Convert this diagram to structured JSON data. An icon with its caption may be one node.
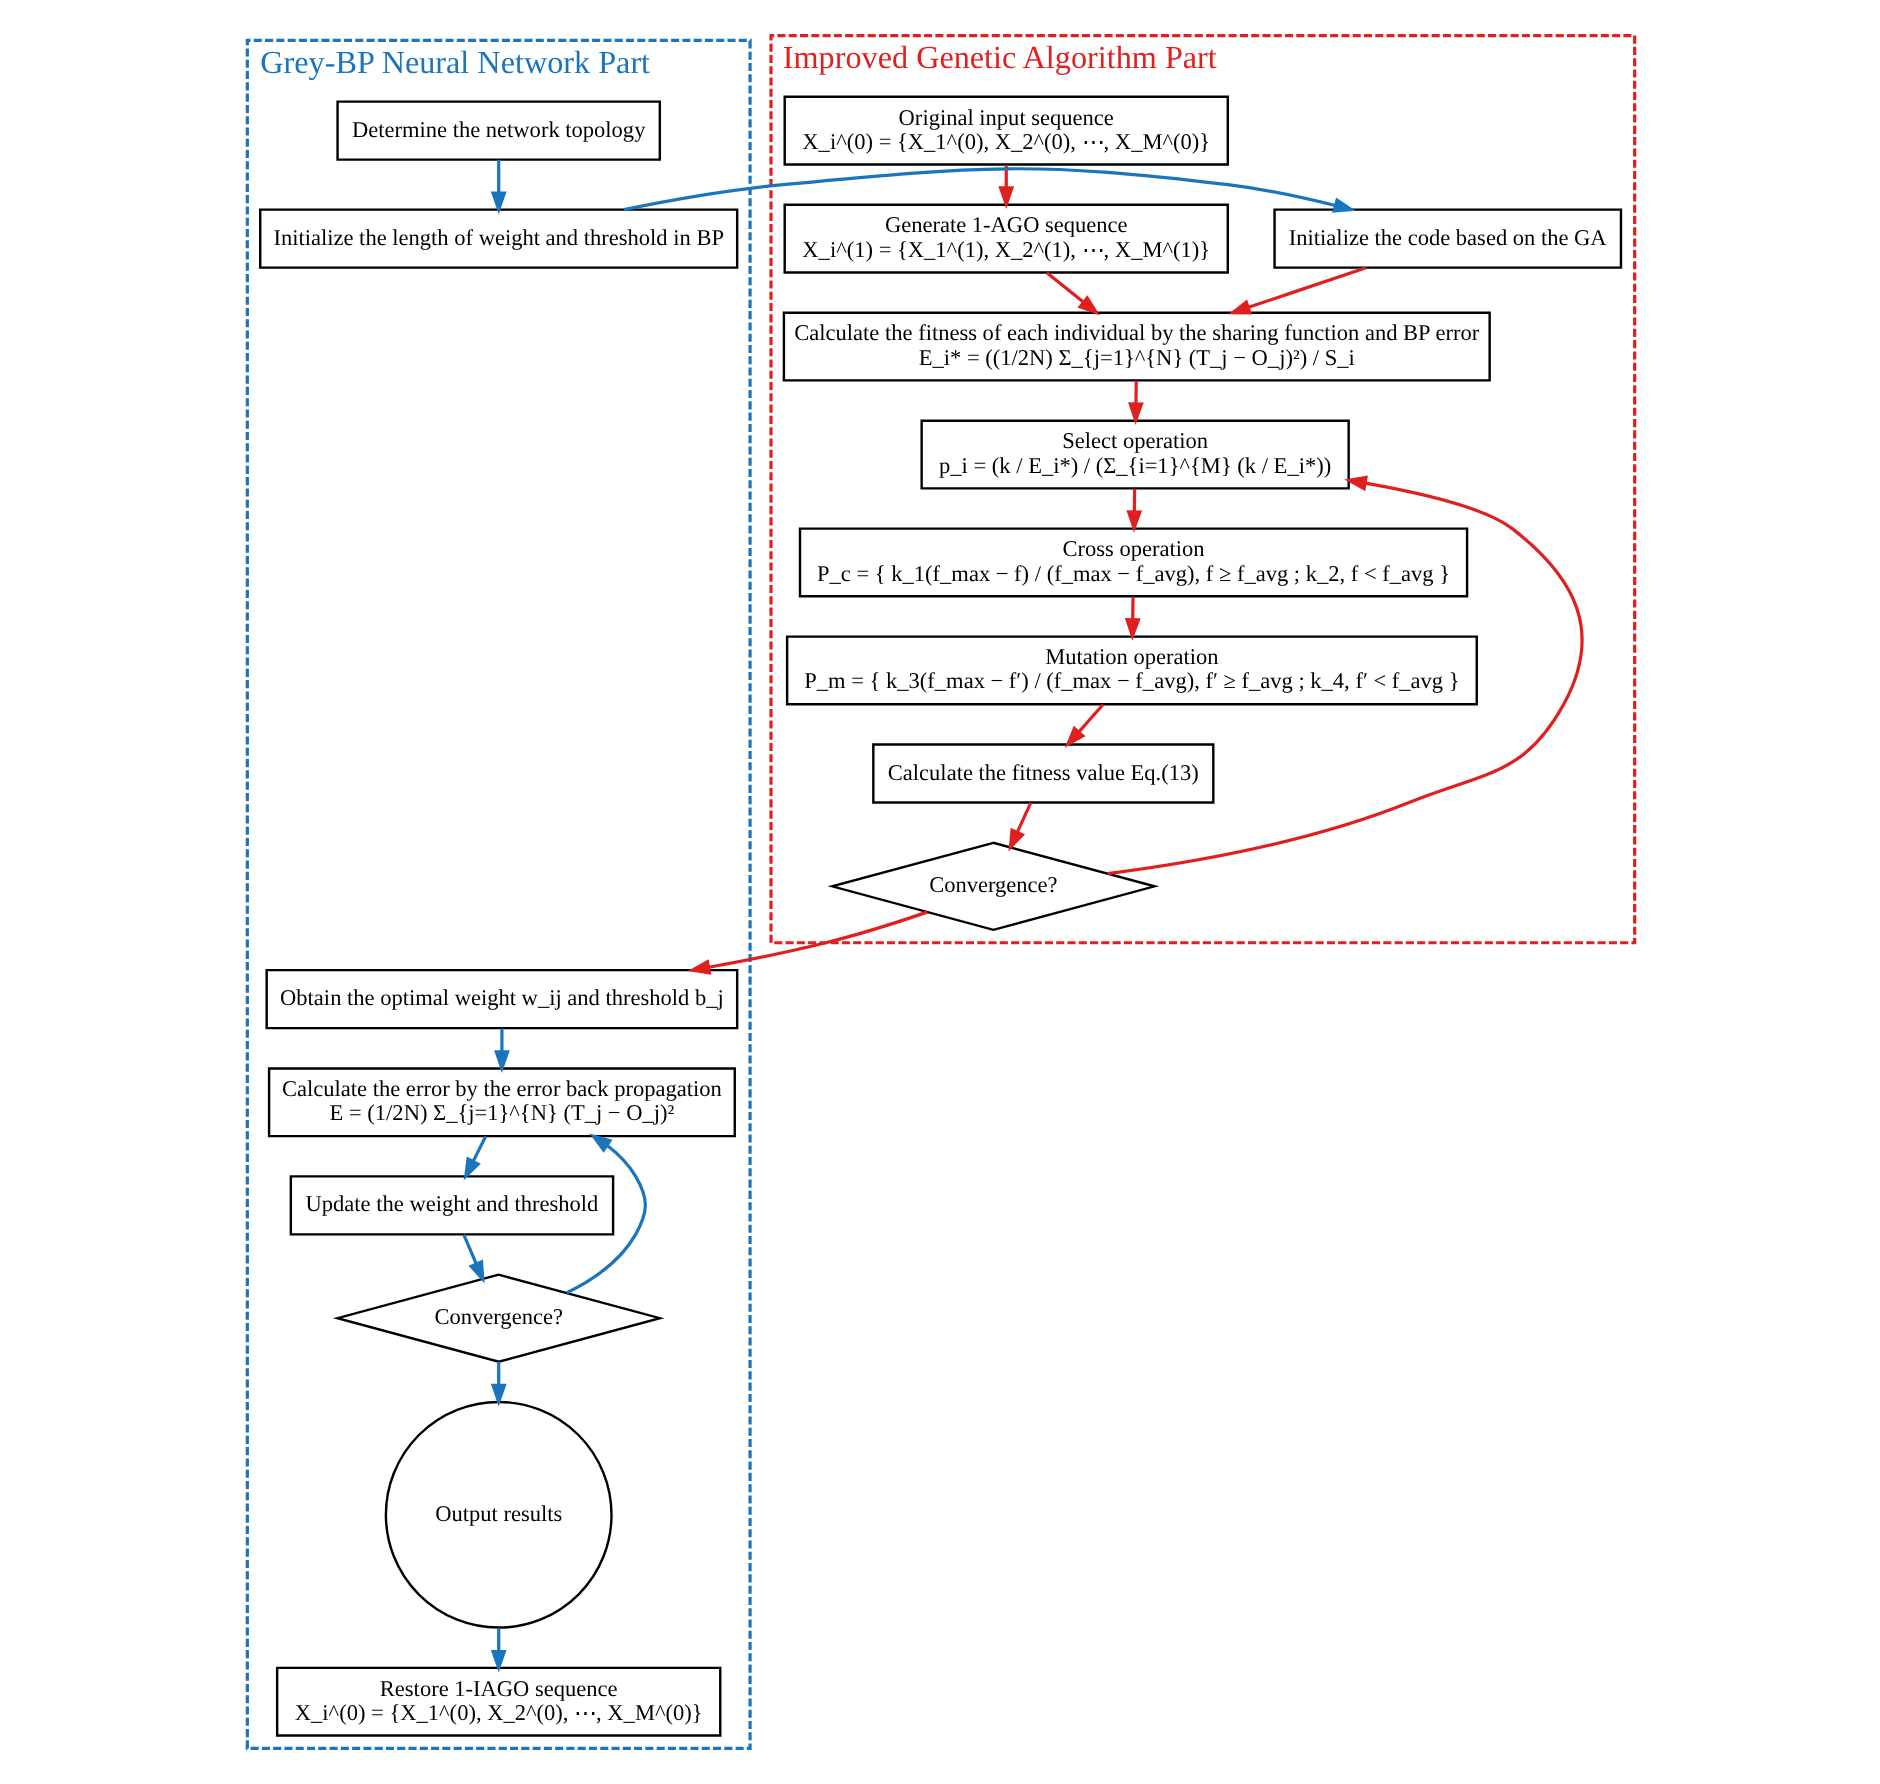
{
  "diagram": {
    "nodes": [
      {
        "text": [
          "Improved Genetic Algorithm Part"
        ]
      },
      {
        "text": [
          "Initialize the code based on the GA"
        ],
        "in": 0
      },
      {
        "text": [
          "Original input sequence",
          "X_i^(0) = {X_1^(0), X_2^(0), ⋯, X_M^(0)}"
        ],
        "in": 0
      },
      {
        "text": [
          "Generate 1-AGO sequence",
          "X_i^(1) = {X_1^(1), X_2^(1), ⋯, X_M^(1)}"
        ],
        "in": 0
      },
      {
        "text": [
          "Calculate the fitness of each individual by the sharing function and BP error",
          "E_i* = ((1/2N) Σ_{j=1}^{N} (T_j − O_j)²) / S_i"
        ],
        "in": 0
      },
      {
        "text": [
          "Select operation",
          "p_i = (k / E_i*) / (Σ_{i=1}^{M} (k / E_i*))"
        ],
        "in": 0
      },
      {
        "text": [
          "Cross operation",
          "P_c = { k_1(f_max − f) / (f_max − f_avg), f ≥ f_avg ; k_2, f < f_avg }"
        ],
        "in": 0
      },
      {
        "text": [
          "Mutation operation",
          "P_m = { k_3(f_max − f′) / (f_max − f_avg), f′ ≥ f_avg ; k_4, f′ < f_avg }"
        ],
        "in": 0
      },
      {
        "text": [
          "Calculate the fitness value Eq.(13)"
        ],
        "in": 0
      },
      {
        "text": [
          "Convergence?"
        ],
        "in": 0
      },
      {
        "text": [
          "Grey-BP Neural Network Part"
        ]
      },
      {
        "text": [
          "Determine the network topology"
        ],
        "in": 10
      },
      {
        "text": [
          "Initialize the length of weight and threshold in BP"
        ],
        "in": 10
      },
      {
        "text": [
          "Obtain the optimal weight w_ij and threshold b_j"
        ],
        "in": 10
      },
      {
        "text": [
          "Calculate the error by the error back propagation",
          "E = (1/2N) Σ_{j=1}^{N} (T_j − O_j)²"
        ],
        "in": 10
      },
      {
        "text": [
          "Update the weight and threshold"
        ],
        "in": 10
      },
      {
        "text": [
          "Convergence?"
        ],
        "in": 10
      },
      {
        "text": [
          "Output results"
        ],
        "in": 10
      },
      {
        "text": [
          "Restore 1-IAGO sequence",
          "X_i^(0) = {X_1^(0), X_2^(0), ⋯, X_M^(0)}"
        ],
        "in": 10
      }
    ],
    "edges": [
      {
        "from": 2,
        "to": 3,
        "arrow": "to"
      },
      {
        "from": 3,
        "to": 4,
        "arrow": "to"
      },
      {
        "from": 1,
        "to": 4,
        "arrow": "to"
      },
      {
        "from": 4,
        "to": 5,
        "arrow": "to"
      },
      {
        "from": 5,
        "to": 6,
        "arrow": "to"
      },
      {
        "from": 6,
        "to": 7,
        "arrow": "to"
      },
      {
        "from": 7,
        "to": 8,
        "arrow": "to"
      },
      {
        "from": 8,
        "to": 9,
        "arrow": "to"
      },
      {
        "from": 9,
        "to": 5,
        "arrow": "to"
      },
      {
        "from": 9,
        "to": 13,
        "arrow": "to"
      },
      {
        "from": 11,
        "to": 12,
        "arrow": "to",
        "color": "#1a75bc"
      },
      {
        "from": 12,
        "to": 1,
        "arrow": "to",
        "color": "#1a75bc"
      },
      {
        "from": 13,
        "to": 14,
        "arrow": "to",
        "color": "#1a75bc"
      },
      {
        "from": 14,
        "to": 15,
        "arrow": "to",
        "color": "#1a75bc"
      },
      {
        "from": 15,
        "to": 16,
        "arrow": "to",
        "color": "#1a75bc"
      },
      {
        "from": 16,
        "to": 14,
        "arrow": "to",
        "color": "#1a75bc"
      },
      {
        "from": 16,
        "to": 17,
        "arrow": "to",
        "color": "#1a75bc"
      },
      {
        "from": 17,
        "to": 18,
        "arrow": "to",
        "color": "#1a75bc"
      }
    ]
  }
}
